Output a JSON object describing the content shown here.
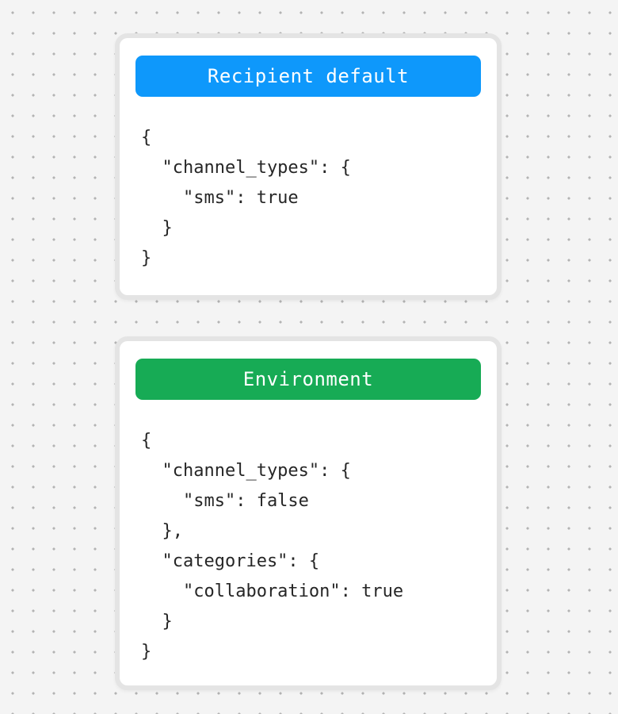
{
  "theme": {
    "canvas_background": "#f4f4f4",
    "dot_color": "#b3b3b3",
    "card_border": "#e4e4e4",
    "card_background": "#ffffff",
    "code_text_color": "#262626",
    "banner_text_color": "#ffffff"
  },
  "cards": [
    {
      "id": "recipient-default",
      "title": "Recipient default",
      "title_bg": "#0e98fb",
      "code": "{\n  \"channel_types\": {\n    \"sms\": true\n  }\n}"
    },
    {
      "id": "environment",
      "title": "Environment",
      "title_bg": "#17ab55",
      "code": "{\n  \"channel_types\": {\n    \"sms\": false\n  },\n  \"categories\": {\n    \"collaboration\": true\n  }\n}"
    }
  ]
}
